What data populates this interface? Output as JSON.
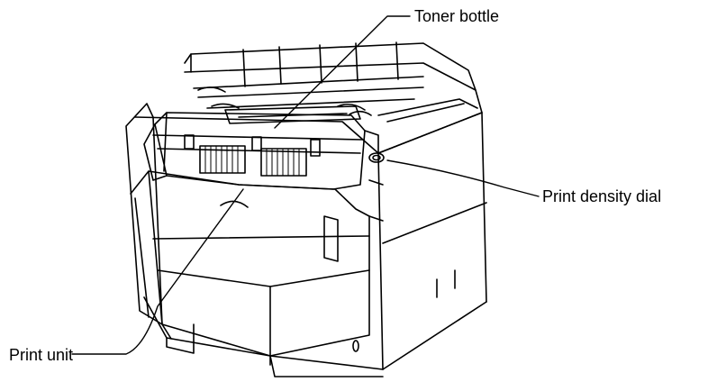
{
  "callouts": {
    "toner_bottle": "Toner bottle",
    "print_density_dial": "Print density dial",
    "print_unit": "Print unit"
  },
  "colors": {
    "ink": "#000000",
    "paper": "#ffffff"
  }
}
